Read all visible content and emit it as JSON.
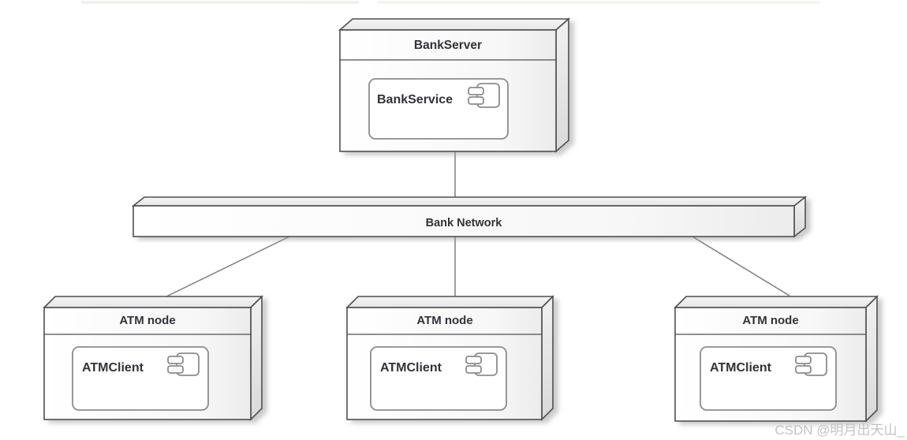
{
  "diagram": {
    "type": "uml-deployment-diagram",
    "nodes": {
      "bank_server": {
        "label": "BankServer",
        "component": {
          "label": "BankService"
        }
      },
      "bank_network": {
        "label": "Bank Network"
      },
      "atm_nodes": [
        {
          "label": "ATM node",
          "component": {
            "label": "ATMClient"
          }
        },
        {
          "label": "ATM node",
          "component": {
            "label": "ATMClient"
          }
        },
        {
          "label": "ATM node",
          "component": {
            "label": "ATMClient"
          }
        }
      ]
    },
    "connections": [
      {
        "from": "BankServer",
        "to": "Bank Network"
      },
      {
        "from": "Bank Network",
        "to": "ATM node (left)"
      },
      {
        "from": "Bank Network",
        "to": "ATM node (middle)"
      },
      {
        "from": "Bank Network",
        "to": "ATM node (right)"
      }
    ]
  },
  "watermark": {
    "text": "CSDN @明月出天山_",
    "color": "#c4c4c4"
  },
  "colors": {
    "node_border": "#4f4f4f",
    "component_border": "#8c8c8c",
    "connection_line": "#7d7d7d",
    "label_text": "#333338",
    "face_light": "#ffffff",
    "face_shade": "#e2e2e2"
  }
}
